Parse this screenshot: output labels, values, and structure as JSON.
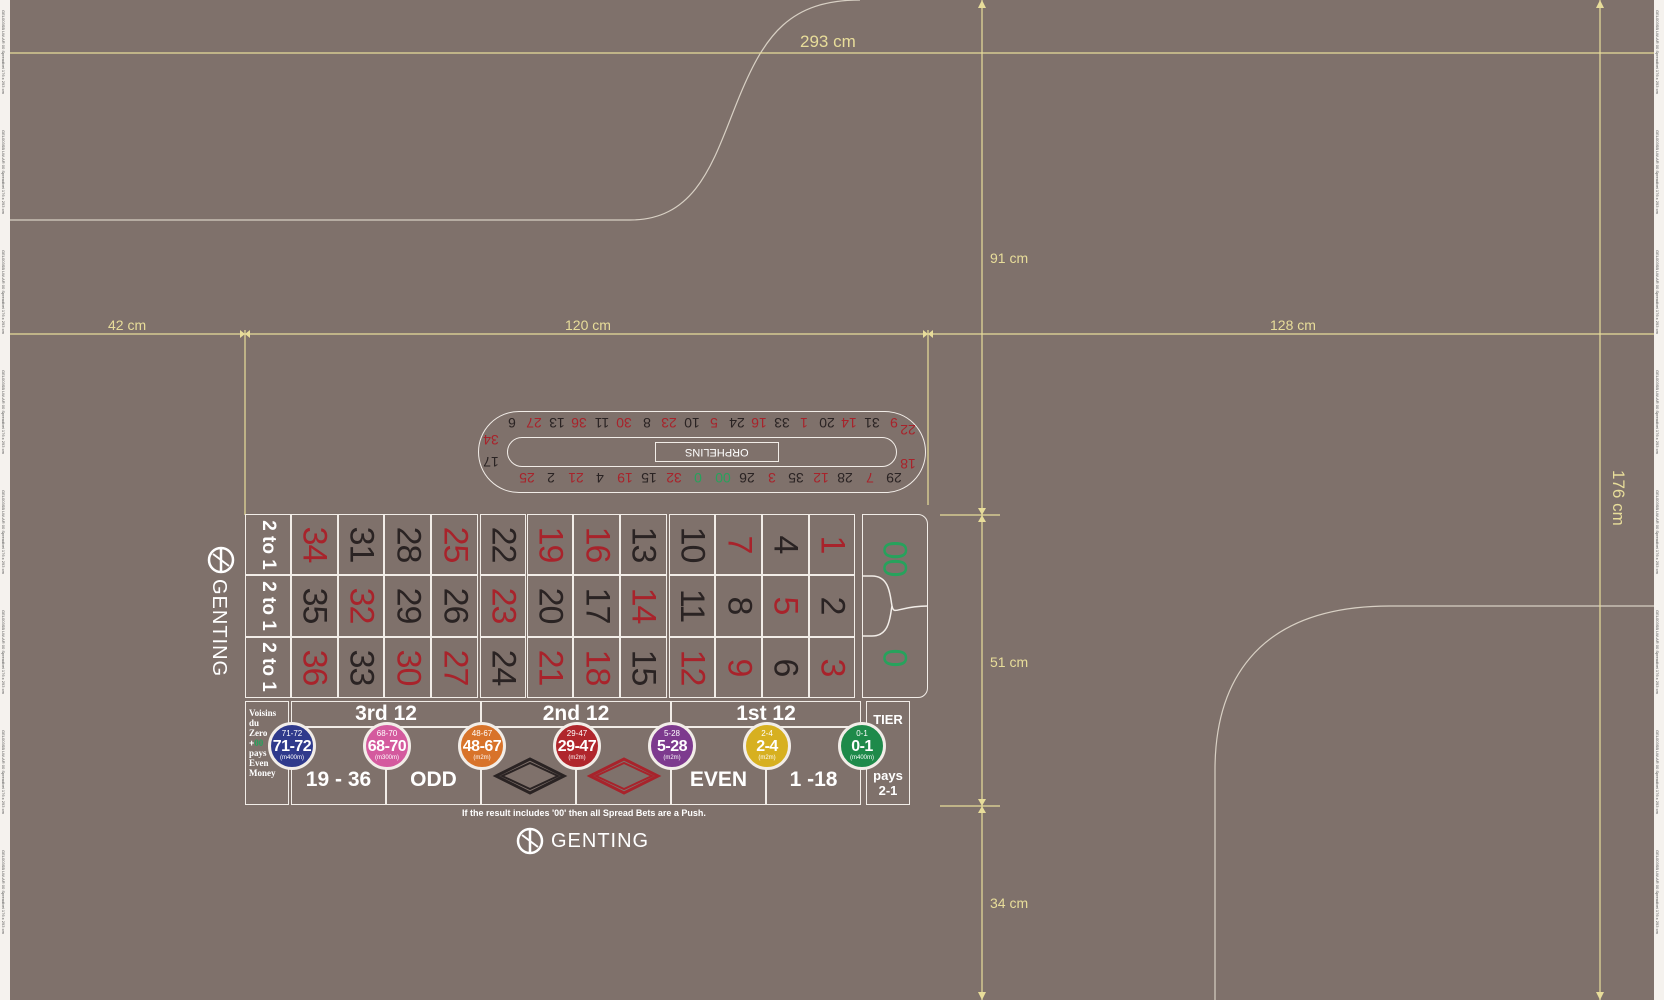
{
  "dimensions": {
    "top_width": "293 cm",
    "upper_height": "91 cm",
    "left_margin": "42 cm",
    "layout_width": "120 cm",
    "right_span": "128 cm",
    "total_height": "176 cm",
    "layout_height": "51 cm",
    "bottom_margin": "34 cm"
  },
  "edge_text": "GEL003SB LW-AR 00 Spreadbet 176 x 293 cm",
  "brand": {
    "name": "GENTING"
  },
  "racetrack": {
    "label": "ORPHELINS",
    "top_row": [
      "9",
      "31",
      "14",
      "20",
      "1",
      "33",
      "16",
      "24",
      "5",
      "10",
      "23",
      "8",
      "30",
      "11",
      "36",
      "13",
      "27",
      "6"
    ],
    "top_row_colors": [
      "red",
      "black",
      "red",
      "black",
      "red",
      "black",
      "red",
      "black",
      "red",
      "black",
      "red",
      "black",
      "red",
      "black",
      "red",
      "black",
      "red",
      "black"
    ],
    "bottom_row": [
      "29",
      "7",
      "28",
      "12",
      "35",
      "3",
      "26",
      "00",
      "0",
      "32",
      "15",
      "19",
      "4",
      "21",
      "2",
      "25"
    ],
    "bottom_row_colors": [
      "black",
      "red",
      "black",
      "red",
      "black",
      "red",
      "black",
      "green",
      "green",
      "red",
      "black",
      "red",
      "black",
      "red",
      "black",
      "red"
    ],
    "right_end": [
      "22",
      "18"
    ],
    "left_end": [
      "34",
      "17"
    ]
  },
  "grid": {
    "col_labels": [
      "2 to 1",
      "2 to 1",
      "2 to 1"
    ],
    "rows": [
      [
        {
          "n": "34",
          "c": "red"
        },
        {
          "n": "31",
          "c": "black"
        },
        {
          "n": "28",
          "c": "black"
        },
        {
          "n": "25",
          "c": "red"
        },
        {
          "n": "22",
          "c": "black"
        },
        {
          "n": "19",
          "c": "red"
        },
        {
          "n": "16",
          "c": "red"
        },
        {
          "n": "13",
          "c": "black"
        },
        {
          "n": "10",
          "c": "black"
        },
        {
          "n": "7",
          "c": "red"
        },
        {
          "n": "4",
          "c": "black"
        },
        {
          "n": "1",
          "c": "red"
        }
      ],
      [
        {
          "n": "35",
          "c": "black"
        },
        {
          "n": "32",
          "c": "red"
        },
        {
          "n": "29",
          "c": "black"
        },
        {
          "n": "26",
          "c": "black"
        },
        {
          "n": "23",
          "c": "red"
        },
        {
          "n": "20",
          "c": "black"
        },
        {
          "n": "17",
          "c": "black"
        },
        {
          "n": "14",
          "c": "red"
        },
        {
          "n": "11",
          "c": "black"
        },
        {
          "n": "8",
          "c": "black"
        },
        {
          "n": "5",
          "c": "red"
        },
        {
          "n": "2",
          "c": "black"
        }
      ],
      [
        {
          "n": "36",
          "c": "red"
        },
        {
          "n": "33",
          "c": "black"
        },
        {
          "n": "30",
          "c": "red"
        },
        {
          "n": "27",
          "c": "red"
        },
        {
          "n": "24",
          "c": "black"
        },
        {
          "n": "21",
          "c": "red"
        },
        {
          "n": "18",
          "c": "red"
        },
        {
          "n": "15",
          "c": "black"
        },
        {
          "n": "12",
          "c": "red"
        },
        {
          "n": "9",
          "c": "red"
        },
        {
          "n": "6",
          "c": "black"
        },
        {
          "n": "3",
          "c": "red"
        }
      ]
    ],
    "zeros": [
      {
        "n": "00",
        "c": "green"
      },
      {
        "n": "0",
        "c": "green"
      }
    ]
  },
  "dozens": [
    "3rd 12",
    "2nd 12",
    "1st 12"
  ],
  "outside_bets": [
    "19 - 36",
    "ODD",
    "",
    "",
    "EVEN",
    "1 -18"
  ],
  "voisins": {
    "line1": "Voisins",
    "line2": "du",
    "line3": "Zero",
    "line4": "+",
    "line4b": "00",
    "line5": "pays",
    "line6": "Even",
    "line7": "Money"
  },
  "tier": {
    "label": "TIER",
    "pays": "pays",
    "odds": "2-1"
  },
  "chips": [
    {
      "top": "71-72",
      "mid": "71-72",
      "bot": "(m400m)",
      "color": "#2f3a8c"
    },
    {
      "top": "68-70",
      "mid": "68-70",
      "bot": "(m300m)",
      "color": "#d45a9e"
    },
    {
      "top": "48-67",
      "mid": "48-67",
      "bot": "(m2m)",
      "color": "#d8732a"
    },
    {
      "top": "29-47",
      "mid": "29-47",
      "bot": "(m2m)",
      "color": "#b0262c"
    },
    {
      "top": "5-28",
      "mid": "5-28",
      "bot": "(m2m)",
      "color": "#7d3a8e"
    },
    {
      "top": "2-4",
      "mid": "2-4",
      "bot": "(m2m)",
      "color": "#d7b020"
    },
    {
      "top": "0-1",
      "mid": "0-1",
      "bot": "(m400m)",
      "color": "#1e8a4a"
    }
  ],
  "footnote": "If the result includes '00' then all Spread Bets are a Push.",
  "colors": {
    "felt": "#7f716b",
    "dimension": "#e8dd9a",
    "red": "#a8232b",
    "black": "#2a2323",
    "green": "#27a25c",
    "line": "#f2ede8"
  }
}
